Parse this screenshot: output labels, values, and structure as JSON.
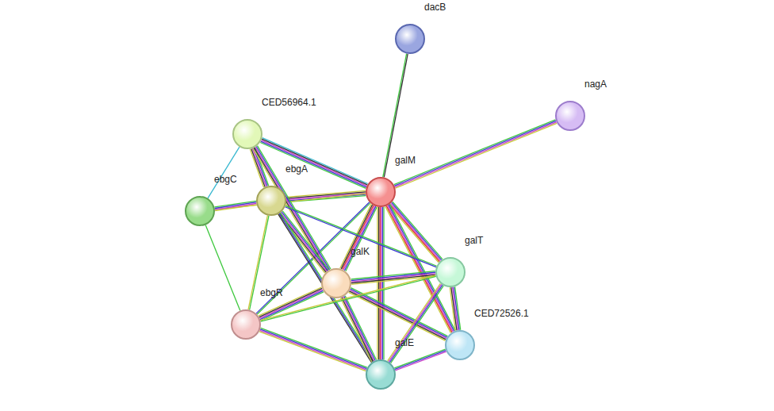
{
  "diagram": {
    "nodes": [
      {
        "text": [
          "dacB"
        ]
      },
      {
        "text": [
          "nagA"
        ]
      },
      {
        "text": [
          "CED56964.1"
        ]
      },
      {
        "text": [
          "galM"
        ]
      },
      {
        "text": [
          "ebgC"
        ]
      },
      {
        "text": [
          "ebgA"
        ]
      },
      {
        "text": [
          "galT"
        ]
      },
      {
        "text": [
          "galK"
        ]
      },
      {
        "text": [
          "ebgR"
        ]
      },
      {
        "text": [
          "CED72526.1"
        ]
      },
      {
        "text": [
          "galE"
        ]
      }
    ],
    "edges": [
      {
        "from": 3,
        "to": 0,
        "arrow": "none"
      },
      {
        "from": 3,
        "to": 1,
        "arrow": "none"
      },
      {
        "from": 3,
        "to": 2,
        "arrow": "none"
      },
      {
        "from": 3,
        "to": 5,
        "arrow": "none"
      },
      {
        "from": 3,
        "to": 4,
        "arrow": "none"
      },
      {
        "from": 3,
        "to": 7,
        "arrow": "none"
      },
      {
        "from": 3,
        "to": 6,
        "arrow": "none"
      },
      {
        "from": 3,
        "to": 9,
        "arrow": "none"
      },
      {
        "from": 3,
        "to": 10,
        "arrow": "none"
      },
      {
        "from": 3,
        "to": 8,
        "arrow": "none"
      },
      {
        "from": 2,
        "to": 5,
        "arrow": "none"
      },
      {
        "from": 2,
        "to": 4,
        "arrow": "none"
      },
      {
        "from": 2,
        "to": 7,
        "arrow": "none"
      },
      {
        "from": 4,
        "to": 5,
        "arrow": "none"
      },
      {
        "from": 4,
        "to": 8,
        "arrow": "none"
      },
      {
        "from": 5,
        "to": 7,
        "arrow": "none"
      },
      {
        "from": 5,
        "to": 6,
        "arrow": "none"
      },
      {
        "from": 5,
        "to": 8,
        "arrow": "none"
      },
      {
        "from": 5,
        "to": 10,
        "arrow": "none"
      },
      {
        "from": 7,
        "to": 6,
        "arrow": "none"
      },
      {
        "from": 7,
        "to": 8,
        "arrow": "none"
      },
      {
        "from": 7,
        "to": 10,
        "arrow": "none"
      },
      {
        "from": 7,
        "to": 9,
        "arrow": "none"
      },
      {
        "from": 6,
        "to": 8,
        "arrow": "none"
      },
      {
        "from": 6,
        "to": 10,
        "arrow": "none"
      },
      {
        "from": 6,
        "to": 9,
        "arrow": "none"
      },
      {
        "from": 8,
        "to": 10,
        "arrow": "none"
      },
      {
        "from": 10,
        "to": 9,
        "arrow": "none"
      }
    ]
  }
}
